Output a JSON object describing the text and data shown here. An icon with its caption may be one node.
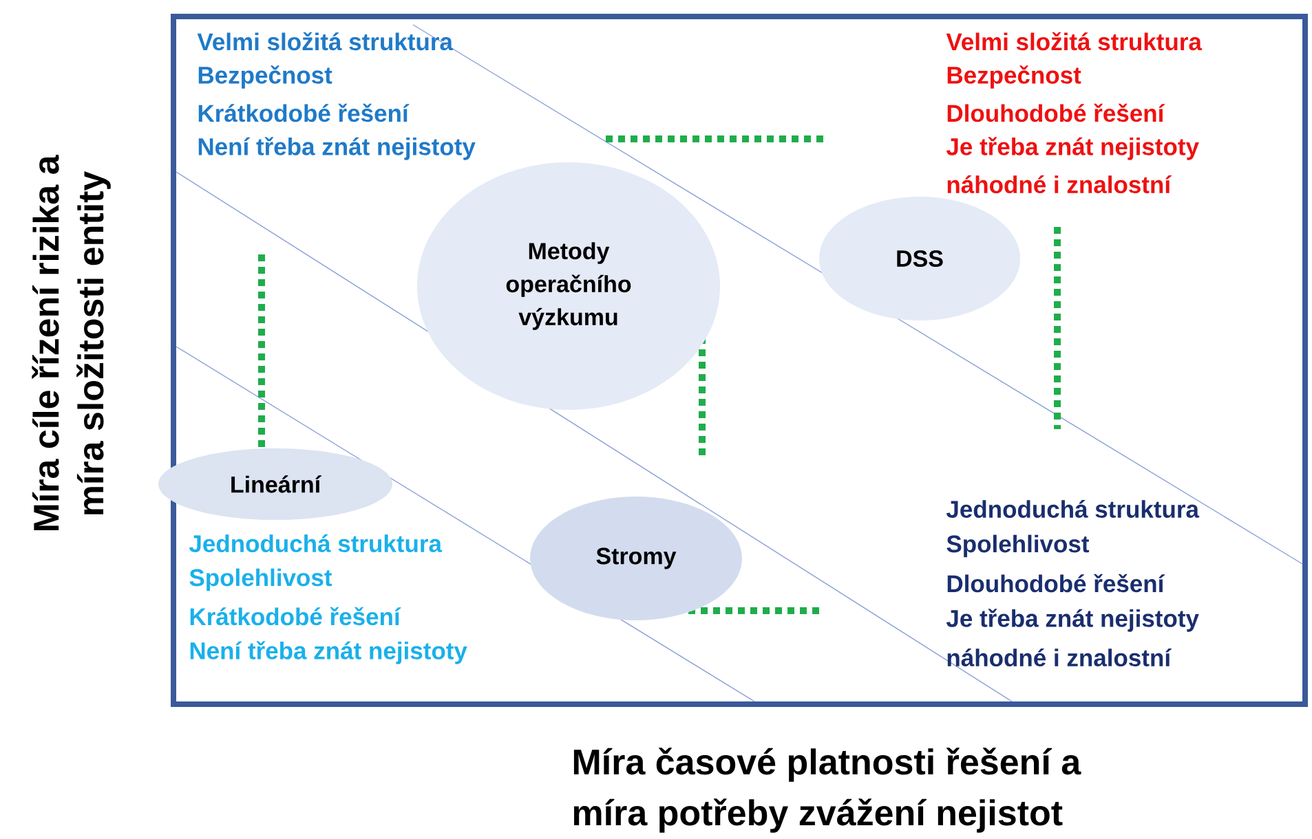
{
  "diagram": {
    "nodes": [
      {
        "text": [
          "Metody operačního výzkumu"
        ]
      },
      {
        "text": [
          "DSS"
        ]
      },
      {
        "text": [
          "Lineární"
        ]
      },
      {
        "text": [
          "Stromy"
        ]
      }
    ],
    "labels": [
      "Míra cíle řízení rizika a",
      "míra složitosti entity",
      "Velmi složitá struktura",
      "Bezpečnost",
      "Krátkodobé řešení",
      "Není třeba znát nejistoty",
      "Velmi složitá  struktura",
      "Bezpečnost",
      "Dlouhodobé řešení",
      "Je třeba znát nejistoty",
      "náhodné i znalostní",
      "Jednoduchá struktura",
      "Spolehlivost",
      "Krátkodobé řešení",
      "Není třeba znát nejistoty",
      "Jednoduchá  struktura",
      "Spolehlivost",
      "Dlouhodobé řešení",
      "Je třeba znát nejistoty",
      "náhodné i znalostní",
      "Míra časové platnosti řešení a",
      "míra potřeby zvážení nejistot"
    ]
  }
}
